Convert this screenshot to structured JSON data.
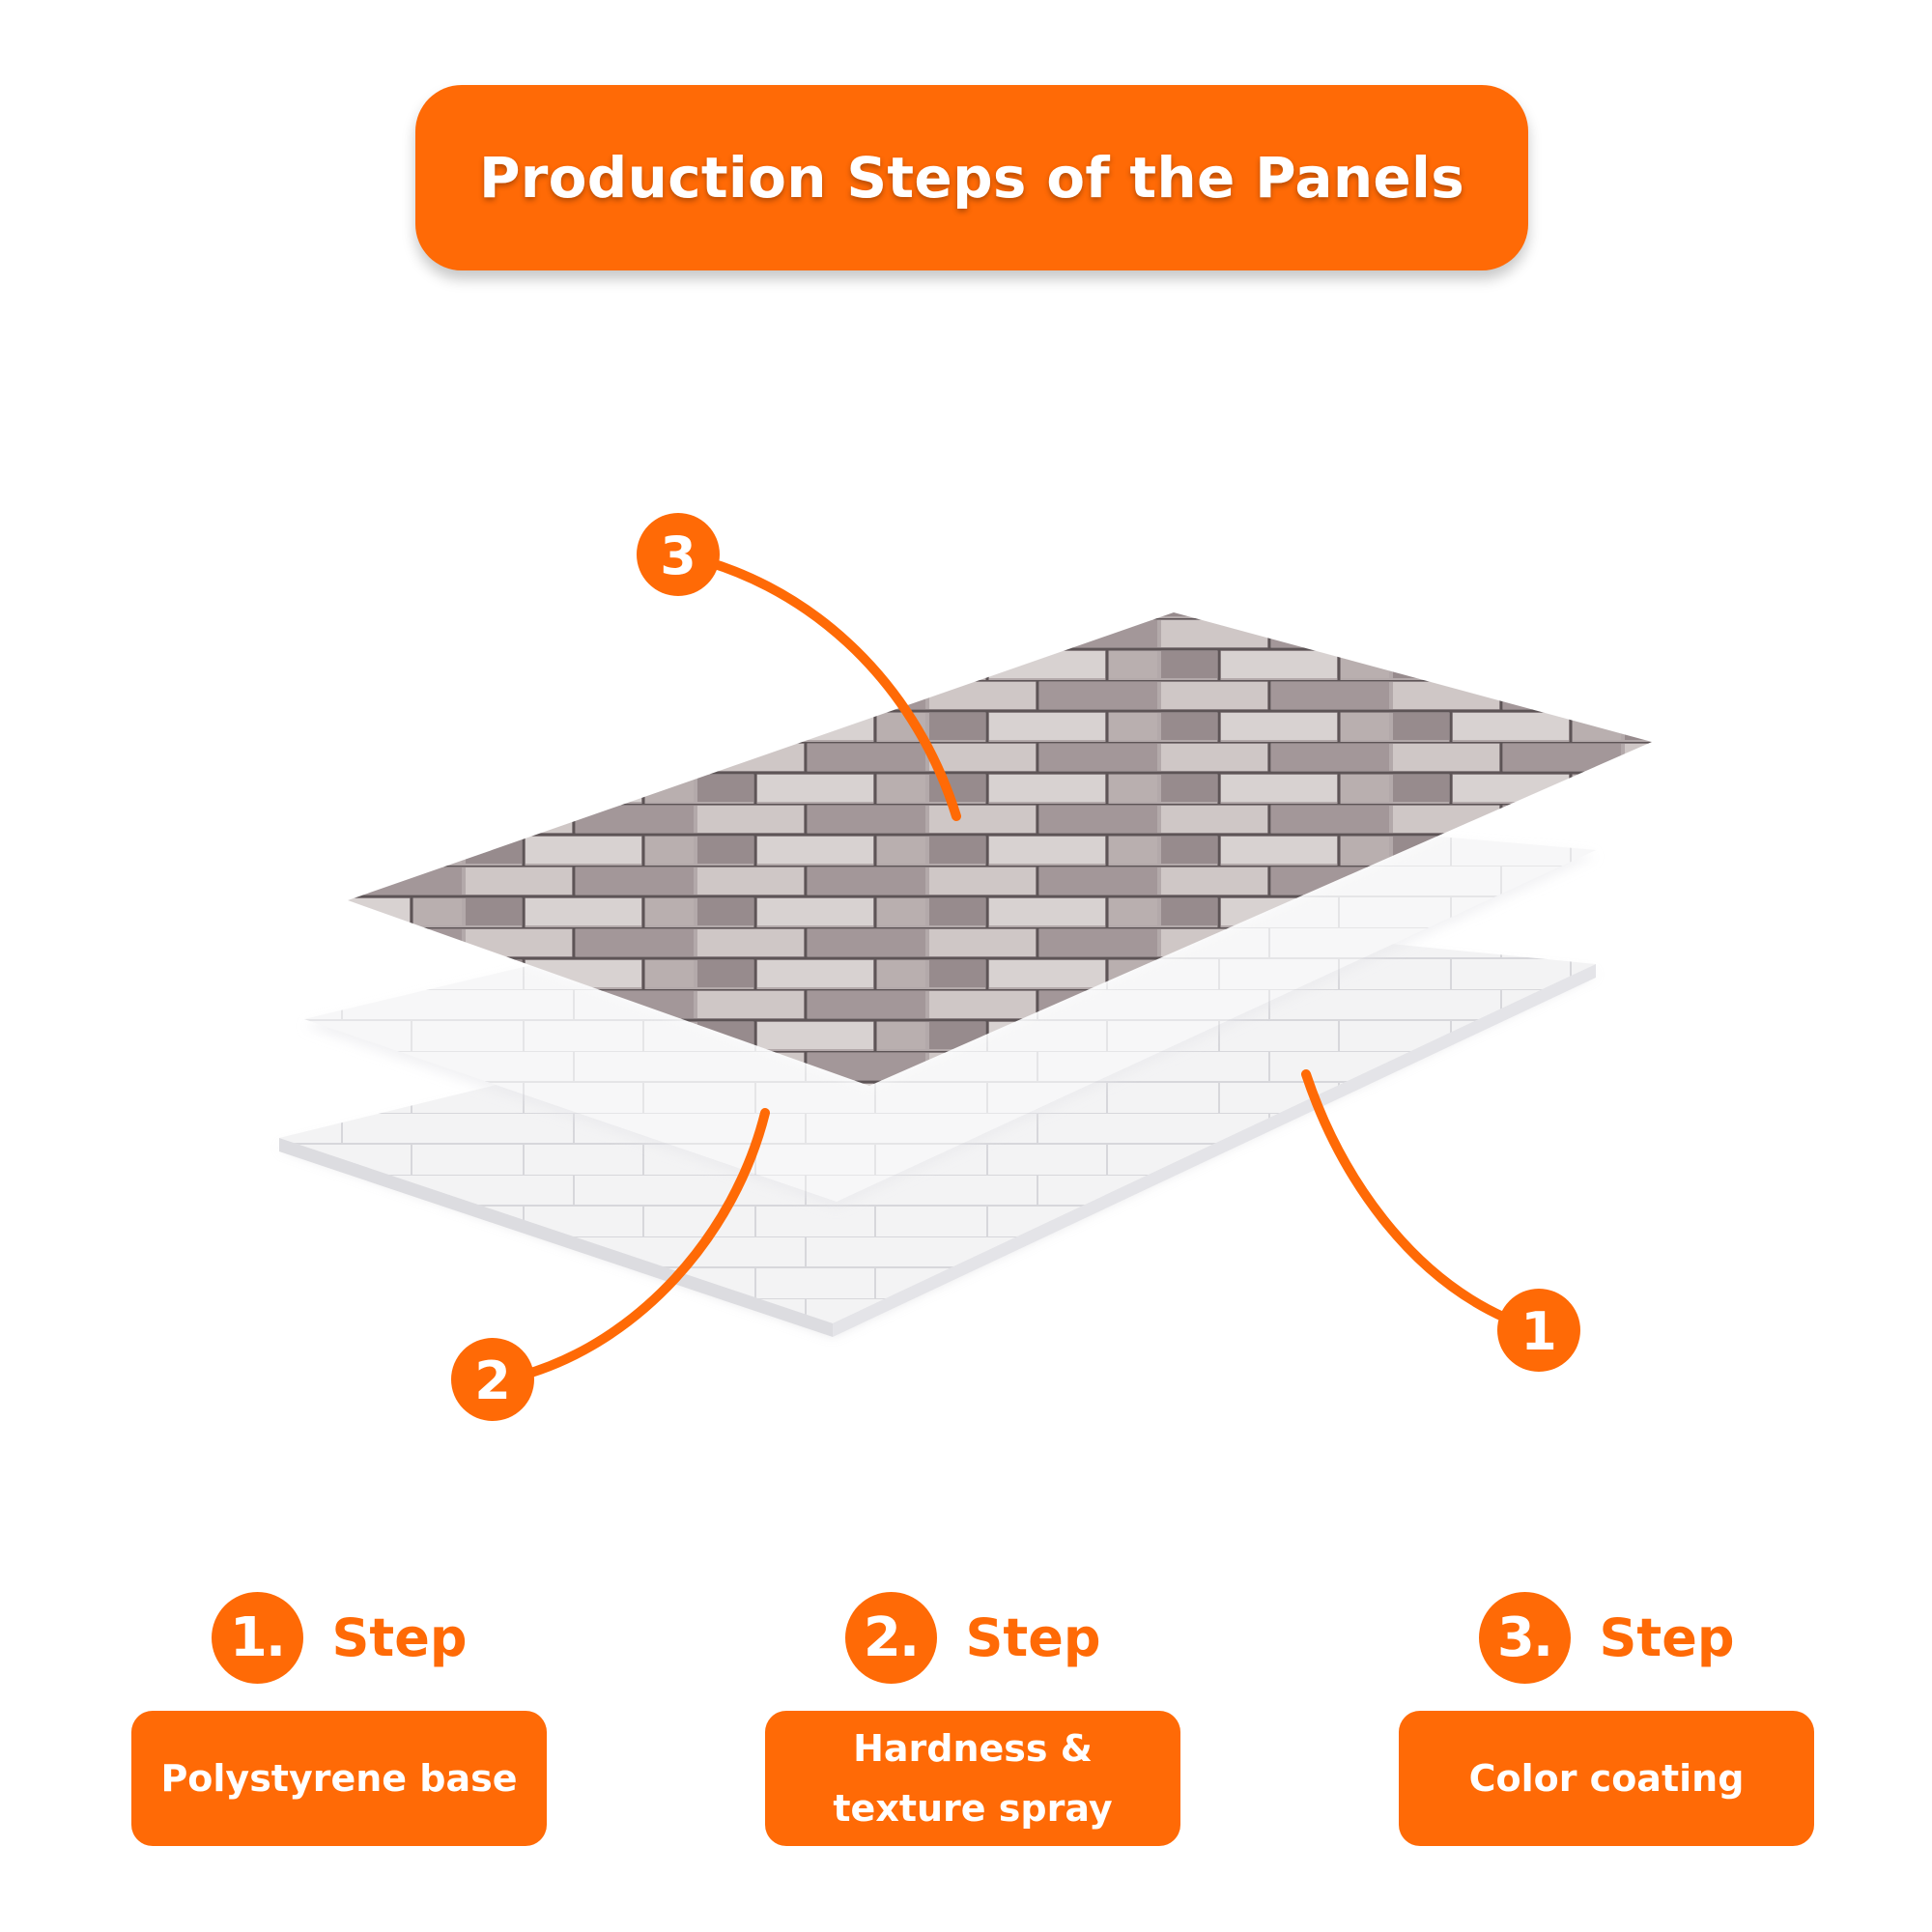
{
  "title": "Production Steps of the Panels",
  "colors": {
    "accent": "#ff6a06",
    "base_layer": "#e9e9ec",
    "spray_layer": "#f1f1f3",
    "color_layer": "#9e9294"
  },
  "callouts": [
    {
      "number": "3",
      "refers_to": "color-coating-layer"
    },
    {
      "number": "2",
      "refers_to": "texture-spray-layer"
    },
    {
      "number": "1",
      "refers_to": "polystyrene-base-layer"
    }
  ],
  "steps": [
    {
      "number": "1.",
      "word": "Step",
      "description": "Polystyrene base"
    },
    {
      "number": "2.",
      "word": "Step",
      "description": "Hardness & texture spray"
    },
    {
      "number": "3.",
      "word": "Step",
      "description": "Color coating"
    }
  ]
}
